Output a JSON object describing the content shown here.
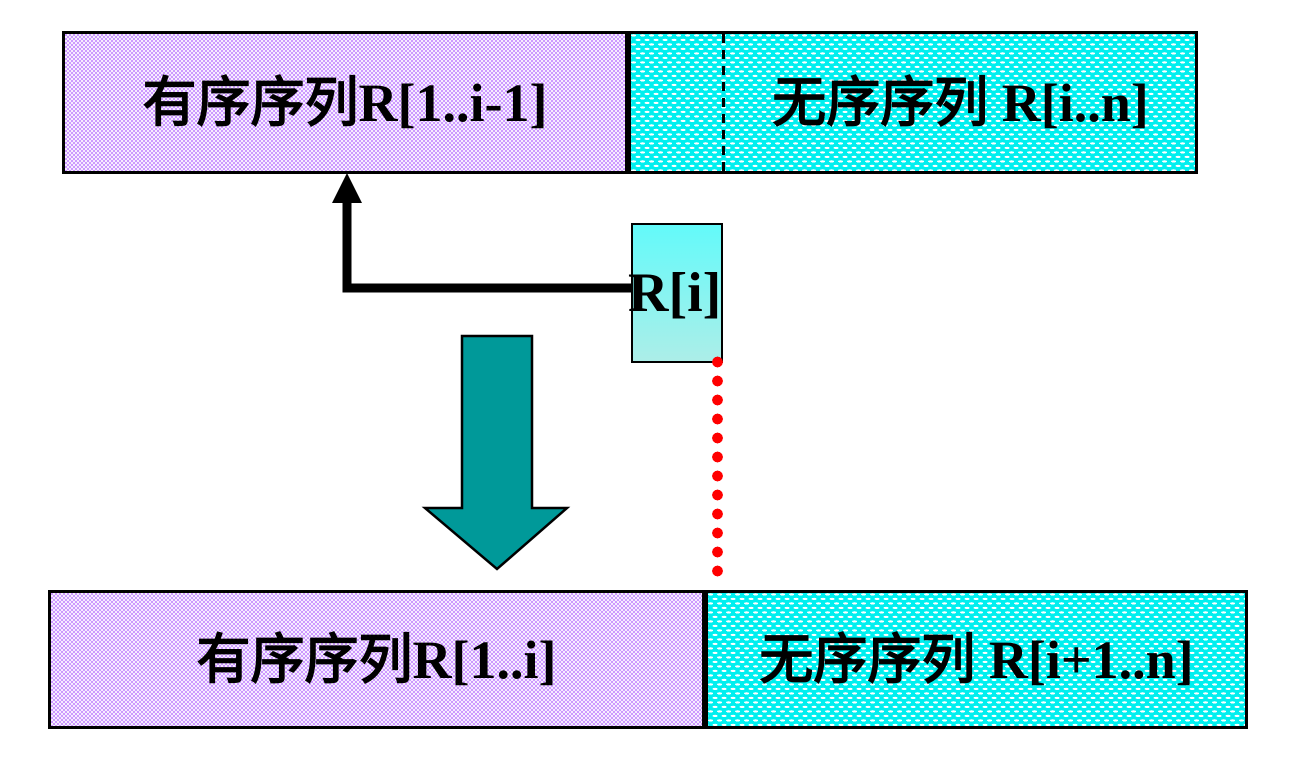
{
  "diagram": {
    "boxes": {
      "top_left": {
        "label": "有序序列R[1..i-1]",
        "role": "sorted-sequence-before"
      },
      "top_right": {
        "label": "无序序列 R[i..n]",
        "role": "unsorted-sequence-before"
      },
      "element": {
        "label": "R[i]",
        "role": "current-element"
      },
      "bottom_left": {
        "label": "有序序列R[1..i]",
        "role": "sorted-sequence-after"
      },
      "bottom_right": {
        "label": "无序序列 R[i+1..n]",
        "role": "unsorted-sequence-after"
      }
    },
    "colors": {
      "sorted_fill": "#cc99ff",
      "unsorted_fill": "#00efef",
      "element_fill_top": "#63fafa",
      "element_fill_bottom": "#aceee8",
      "insert_arrow_fill": "#009999",
      "move_arrow": "#000000",
      "dotted_locator": "#ff0000",
      "outline": "#000000"
    }
  }
}
